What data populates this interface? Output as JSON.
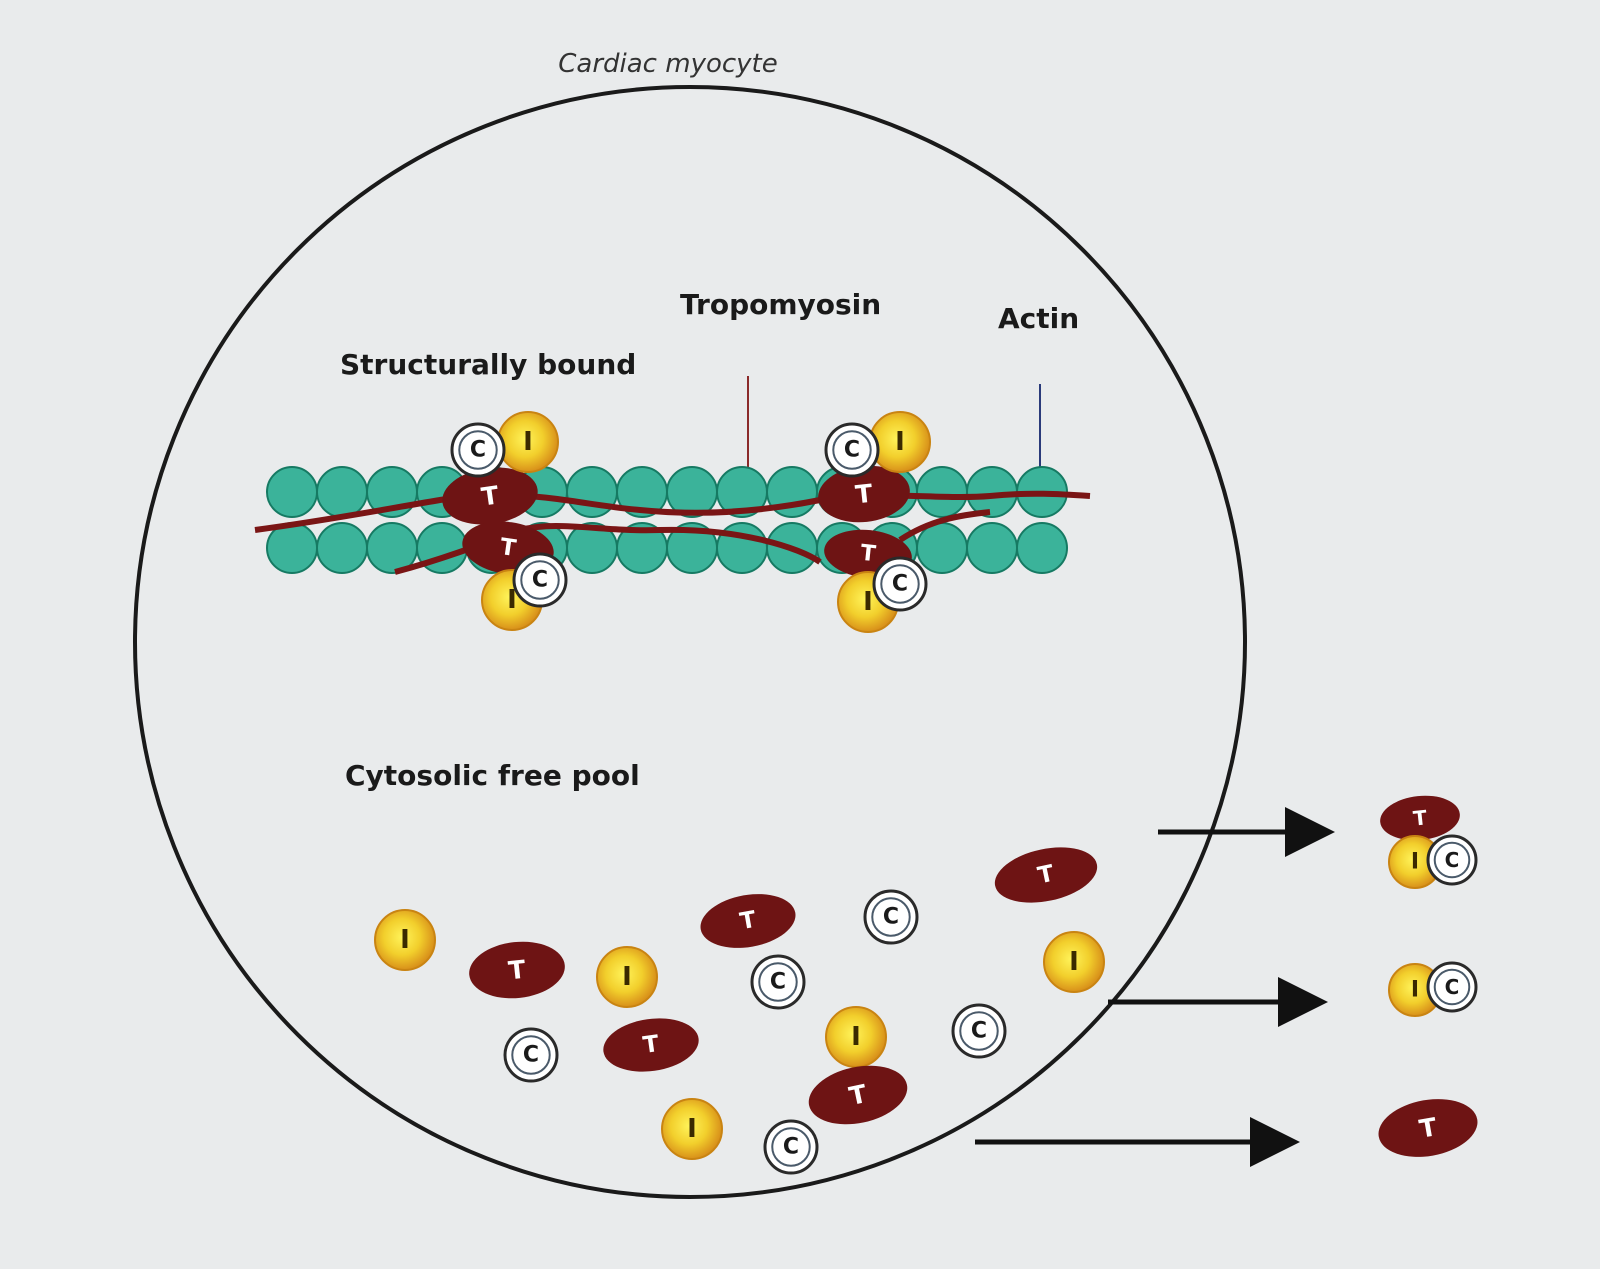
{
  "title": "Cardiac myocyte",
  "labels": {
    "structurally_bound": "Structurally bound",
    "tropomyosin": "Tropomyosin",
    "actin": "Actin",
    "cytosolic_free_pool": "Cytosolic free pool"
  },
  "subunits": {
    "troponin_t": "T",
    "troponin_i": "I",
    "troponin_c": "C"
  },
  "colors": {
    "actin": "#3bb39a",
    "actin_outline": "#167a63",
    "tropomyosin": "#7a1515",
    "troponin_t": "#6e1414",
    "troponin_i_outer": "#e0a21a",
    "troponin_i_inner": "#f7e34a",
    "troponin_c": "#ffffff",
    "cell_border": "#1a1a1a",
    "arrow": "#111111"
  }
}
